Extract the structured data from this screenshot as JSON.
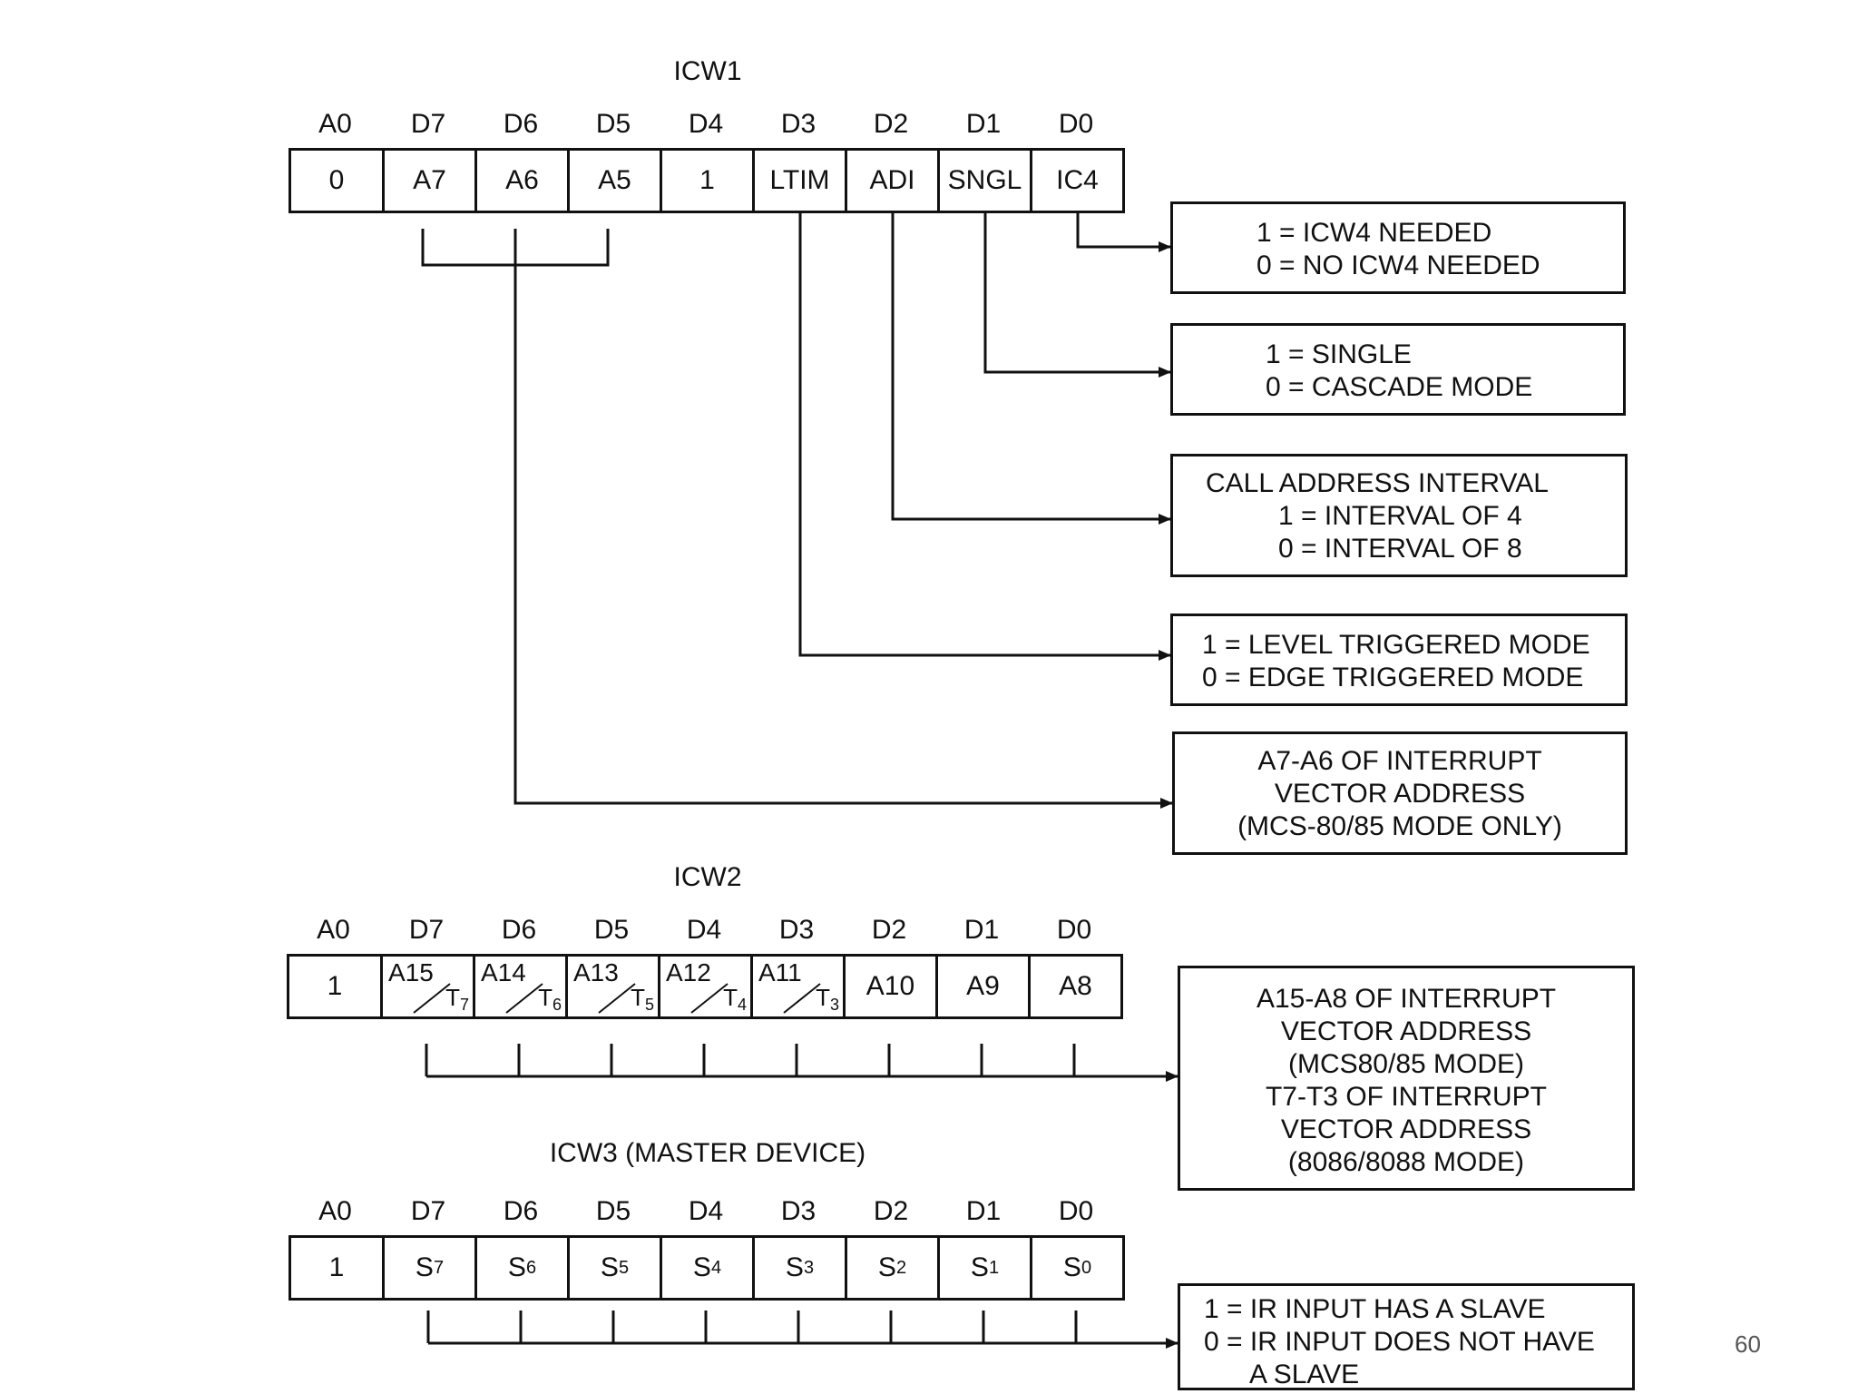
{
  "icw1": {
    "title": "ICW1",
    "headers": [
      "A0",
      "D7",
      "D6",
      "D5",
      "D4",
      "D3",
      "D2",
      "D1",
      "D0"
    ],
    "cells": [
      "0",
      "A7",
      "A6",
      "A5",
      "1",
      "LTIM",
      "ADI",
      "SNGL",
      "IC4"
    ],
    "desc": {
      "ic4": [
        "1 = ICW4 NEEDED",
        "0 = NO ICW4 NEEDED"
      ],
      "sngl": [
        "1 = SINGLE",
        "0 = CASCADE MODE"
      ],
      "adi": [
        "CALL ADDRESS INTERVAL",
        "1 = INTERVAL OF 4",
        "0 = INTERVAL OF 8"
      ],
      "ltim": [
        "1 = LEVEL TRIGGERED MODE",
        "0 = EDGE TRIGGERED MODE"
      ],
      "a7a5": [
        "A7-A6 OF INTERRUPT",
        "VECTOR ADDRESS",
        "(MCS-80/85 MODE ONLY)"
      ]
    }
  },
  "icw2": {
    "title": "ICW2",
    "headers": [
      "A0",
      "D7",
      "D6",
      "D5",
      "D4",
      "D3",
      "D2",
      "D1",
      "D0"
    ],
    "cells": [
      {
        "text": "1"
      },
      {
        "top": "A15",
        "bot": "T",
        "sub": "7"
      },
      {
        "top": "A14",
        "bot": "T",
        "sub": "6"
      },
      {
        "top": "A13",
        "bot": "T",
        "sub": "5"
      },
      {
        "top": "A12",
        "bot": "T",
        "sub": "4"
      },
      {
        "top": "A11",
        "bot": "T",
        "sub": "3"
      },
      {
        "text": "A10"
      },
      {
        "text": "A9"
      },
      {
        "text": "A8"
      }
    ],
    "desc": [
      "A15-A8 OF INTERRUPT",
      "VECTOR ADDRESS",
      "(MCS80/85 MODE)",
      "T7-T3 OF INTERRUPT",
      "VECTOR ADDRESS",
      "(8086/8088 MODE)"
    ]
  },
  "icw3": {
    "title": "ICW3 (MASTER DEVICE)",
    "headers": [
      "A0",
      "D7",
      "D6",
      "D5",
      "D4",
      "D3",
      "D2",
      "D1",
      "D0"
    ],
    "cells": [
      {
        "text": "1"
      },
      {
        "base": "S",
        "sub": "7"
      },
      {
        "base": "S",
        "sub": "6"
      },
      {
        "base": "S",
        "sub": "5"
      },
      {
        "base": "S",
        "sub": "4"
      },
      {
        "base": "S",
        "sub": "3"
      },
      {
        "base": "S",
        "sub": "2"
      },
      {
        "base": "S",
        "sub": "1"
      },
      {
        "base": "S",
        "sub": "0"
      }
    ],
    "desc": [
      "1 = IR INPUT HAS A SLAVE",
      "0 = IR INPUT DOES NOT HAVE",
      "A SLAVE"
    ]
  },
  "page_number": "60"
}
